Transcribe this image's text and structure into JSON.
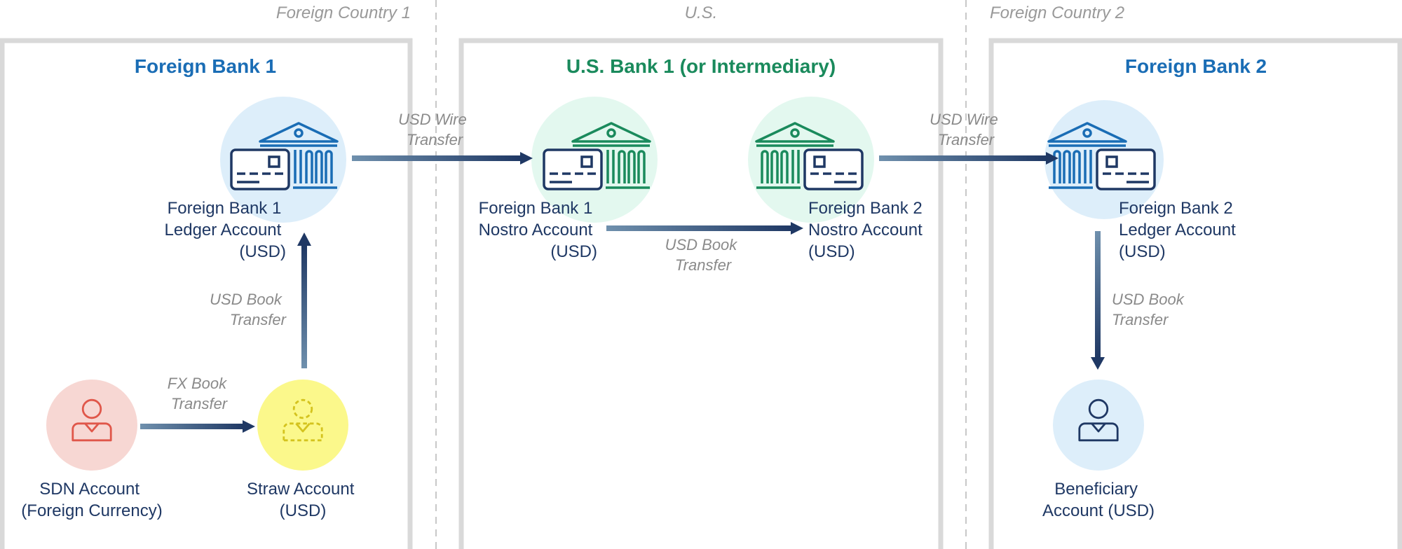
{
  "regions": [
    {
      "label": "Foreign Country 1"
    },
    {
      "label": "U.S."
    },
    {
      "label": "Foreign Country 2"
    }
  ],
  "banks": [
    {
      "title": "Foreign Bank 1",
      "color": "#1a6db5"
    },
    {
      "title": "U.S. Bank 1 (or Intermediary)",
      "color": "#1a8a5c"
    },
    {
      "title": "Foreign Bank 2",
      "color": "#1a6db5"
    }
  ],
  "accounts": {
    "fb1_ledger": {
      "lines": [
        "Foreign Bank 1",
        "Ledger Account",
        "(USD)"
      ],
      "icon": "bank-ledger-icon"
    },
    "fb1_nostro": {
      "lines": [
        "Foreign Bank 1",
        "Nostro Account",
        "(USD)"
      ],
      "icon": "bank-ledger-icon"
    },
    "fb2_nostro": {
      "lines": [
        "Foreign Bank 2",
        "Nostro Account",
        "(USD)"
      ],
      "icon": "bank-ledger-icon"
    },
    "fb2_ledger": {
      "lines": [
        "Foreign Bank 2",
        "Ledger Account",
        "(USD)"
      ],
      "icon": "bank-ledger-icon"
    },
    "sdn": {
      "lines": [
        "SDN Account",
        "(Foreign Currency)"
      ],
      "icon": "person-icon"
    },
    "straw": {
      "lines": [
        "Straw Account",
        "(USD)"
      ],
      "icon": "dashed-person-icon"
    },
    "beneficiary": {
      "lines": [
        "Beneficiary",
        "Account (USD)"
      ],
      "icon": "person-icon"
    }
  },
  "flows": {
    "fx_book": {
      "lines": [
        "FX Book",
        "Transfer"
      ]
    },
    "usd_book_1": {
      "lines": [
        "USD Book",
        "Transfer"
      ]
    },
    "usd_wire_1": {
      "lines": [
        "USD Wire",
        "Transfer"
      ]
    },
    "usd_book_2": {
      "lines": [
        "USD Book",
        "Transfer"
      ]
    },
    "usd_wire_2": {
      "lines": [
        "USD Wire",
        "Transfer"
      ]
    },
    "usd_book_3": {
      "lines": [
        "USD Book",
        "Transfer"
      ]
    }
  },
  "colors": {
    "foreign_bank": "#1a6db5",
    "us_bank": "#1a8a5c",
    "sdn": "#e0574a",
    "straw": "#d4c31e",
    "account_text": "#1f3864",
    "arrow_start": "#6f90ad",
    "arrow_end": "#1f3864",
    "panel_border": "#d9d9d9"
  }
}
